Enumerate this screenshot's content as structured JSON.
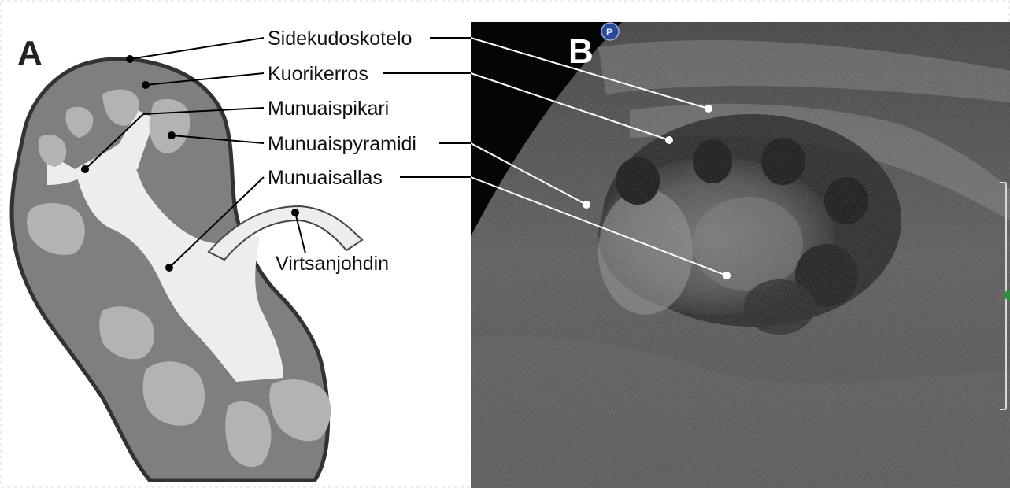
{
  "panels": {
    "a_letter": "A",
    "b_letter": "B"
  },
  "labels": {
    "capsule": "Sidekudoskotelo",
    "cortex": "Kuorikerros",
    "calyx": "Munuaispikari",
    "pyramid": "Munuaispyramidi",
    "pelvis": "Munuaisallas",
    "ureter": "Virtsanjohdin"
  },
  "ultrasound_marker": "P",
  "colors": {
    "capsule_outline": "#333333",
    "cortex": "#7f7f7f",
    "pyramid": "#b3b3b3",
    "pelvis": "#ededed",
    "ultrasound_bg": "#050505"
  }
}
